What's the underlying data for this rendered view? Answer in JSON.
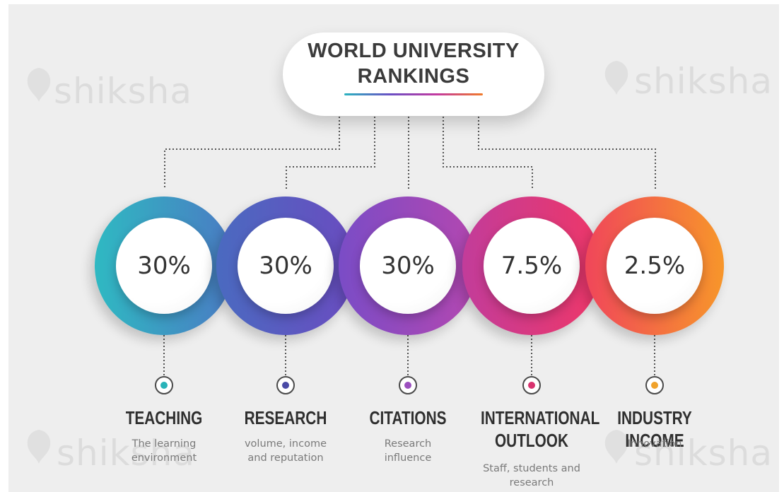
{
  "title": {
    "line1": "WORLD UNIVERSITY",
    "line2": "RANKINGS"
  },
  "watermark_text": "shiksha",
  "colors": {
    "background": "#eeeeee",
    "title_text": "#3b3b3b",
    "teaching": "#2cb5c3",
    "research": "#5a4fbe",
    "citations": "#9b4cc2",
    "international_outlook": "#e33a7a",
    "industry_income": "#f2842e"
  },
  "pillars": [
    {
      "key": "teaching",
      "percent": "30%",
      "label_lines": [
        "TEACHING"
      ],
      "description_lines": [
        "The learning",
        "environment"
      ],
      "color_from": "#2fb9c2",
      "color_to": "#4a7bc3",
      "dot_color": "#29b3b8"
    },
    {
      "key": "research",
      "percent": "30%",
      "label_lines": [
        "RESEARCH"
      ],
      "description_lines": [
        "volume, income",
        "and reputation"
      ],
      "color_from": "#4a6ac0",
      "color_to": "#6a4cc0",
      "dot_color": "#4a4aa6"
    },
    {
      "key": "citations",
      "percent": "30%",
      "label_lines": [
        "CITATIONS"
      ],
      "description_lines": [
        "Research",
        "influence"
      ],
      "color_from": "#7a4cc6",
      "color_to": "#b447b0",
      "dot_color": "#9c4fbf"
    },
    {
      "key": "international_outlook",
      "percent": "7.5%",
      "label_lines": [
        "INTERNATIONAL",
        "OUTLOOK"
      ],
      "description_lines": [
        "Staff, students and",
        "research"
      ],
      "color_from": "#c23c9a",
      "color_to": "#ee3768",
      "dot_color": "#d8336f"
    },
    {
      "key": "industry_income",
      "percent": "2.5%",
      "label_lines": [
        "INDUSTRY INCOME"
      ],
      "description_lines": [
        "Innovation"
      ],
      "color_from": "#f0465a",
      "color_to": "#f7962a",
      "dot_color": "#f0a22b"
    }
  ]
}
